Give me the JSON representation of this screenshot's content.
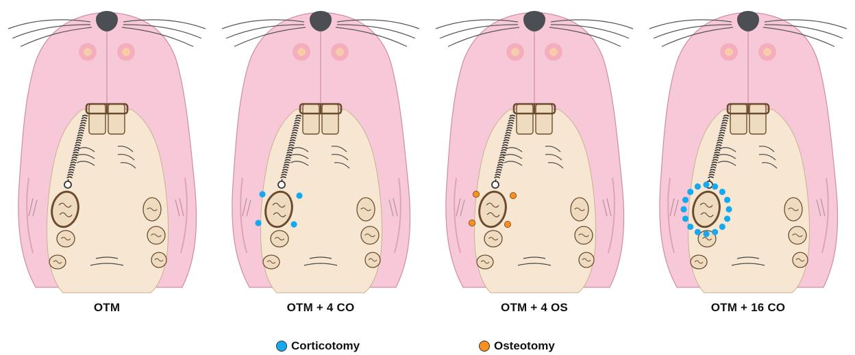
{
  "colors": {
    "skin": "#f7c9d8",
    "skin_edge": "#cf8aa5",
    "palate": "#f6e6d2",
    "tooth_fill": "#efdcc0",
    "tooth_outline": "#6b4a2e",
    "spring": "#333333",
    "nose": "#4b4e52",
    "corticotomy": "#17a9ee",
    "osteotomy": "#f7901e"
  },
  "panels": [
    {
      "label": "OTM",
      "marks": "none",
      "count": 0
    },
    {
      "label": "OTM + 4 CO",
      "marks": "corticotomy",
      "count": 4
    },
    {
      "label": "OTM + 4 OS",
      "marks": "osteotomy",
      "count": 4
    },
    {
      "label": "OTM + 16 CO",
      "marks": "corticotomy",
      "count": 16
    }
  ],
  "legend": {
    "corticotomy": {
      "label": "Corticotomy",
      "color": "#17a9ee"
    },
    "osteotomy": {
      "label": "Osteotomy",
      "color": "#f7901e"
    }
  }
}
